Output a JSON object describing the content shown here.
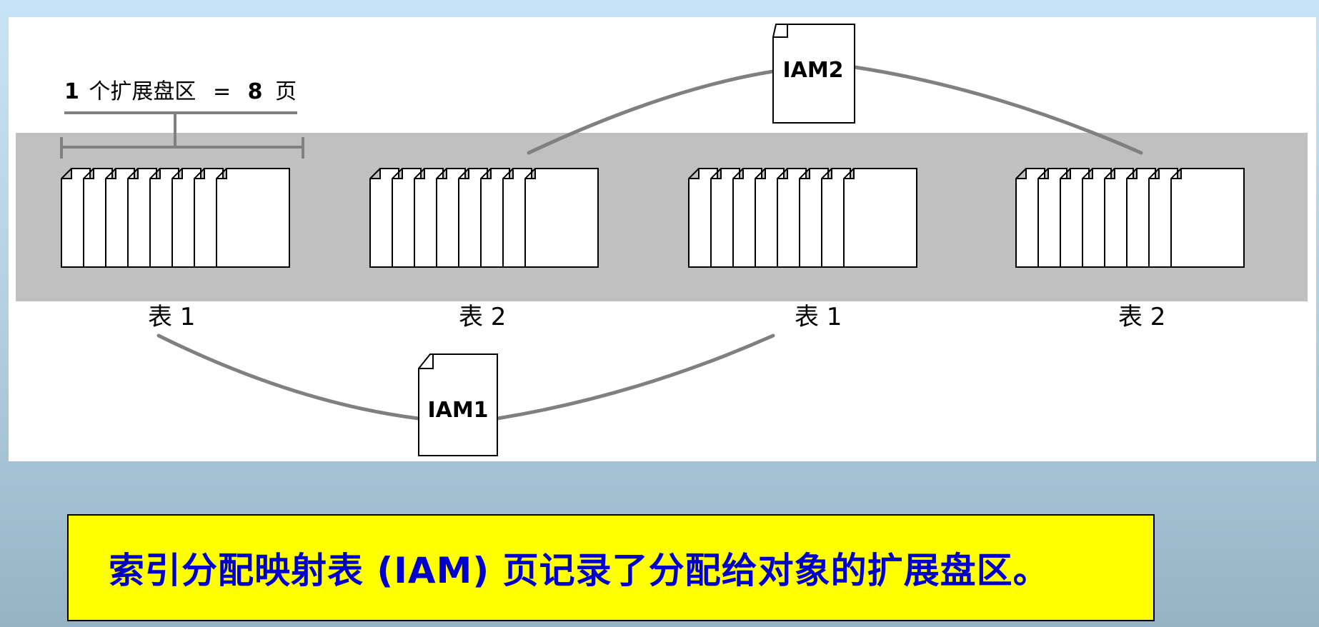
{
  "diagram": {
    "extent_label_parts": [
      "1",
      "个扩展盘区",
      "=",
      "8",
      "页"
    ],
    "pages_per_extent": 8,
    "extents": [
      {
        "table_label": "表 1"
      },
      {
        "table_label": "表 2"
      },
      {
        "table_label": "表 1"
      },
      {
        "table_label": "表 2"
      }
    ],
    "iam_pages": [
      {
        "label": "IAM2",
        "links_to_extents": [
          1,
          3
        ]
      },
      {
        "label": "IAM1",
        "links_to_extents": [
          0,
          2
        ]
      }
    ],
    "colors": {
      "band": "#c0c0c0",
      "connector": "#808080",
      "page_fill": "#ffffff",
      "page_stroke": "#000000"
    }
  },
  "caption": {
    "text": "索引分配映射表 (IAM) 页记录了分配给对象的扩展盘区。",
    "text_color": "#0000cc",
    "background_color": "#ffff00"
  }
}
